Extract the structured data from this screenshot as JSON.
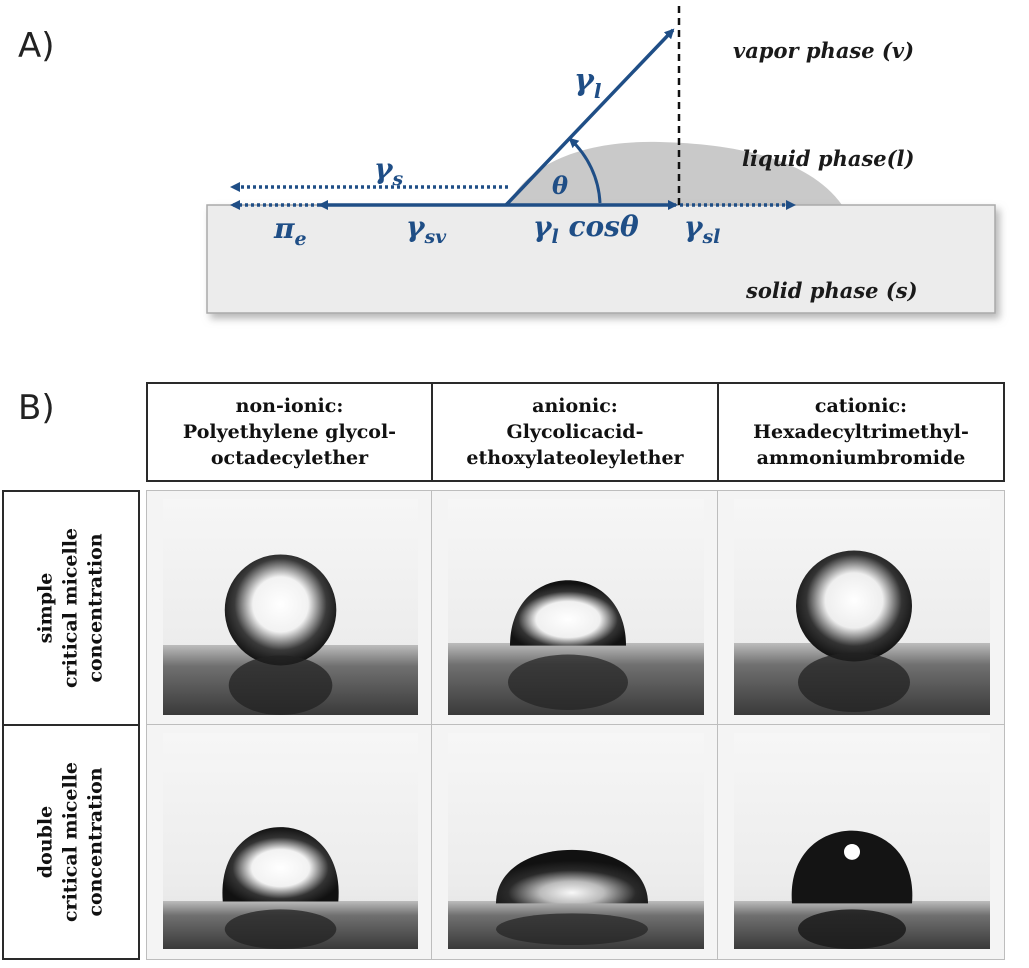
{
  "panel_a": {
    "label": "A)",
    "gamma_l": "γ",
    "gamma_l_sub": "l",
    "gamma_s": "γ",
    "gamma_s_sub": "s",
    "gamma_sv": "γ",
    "gamma_sv_sub": "sv",
    "gamma_sl": "γ",
    "gamma_sl_sub": "sl",
    "pi_e": "π",
    "pi_e_sub": "e",
    "theta": "θ",
    "young_term": "γ",
    "young_term_sub": "l",
    "young_term_rest": " cosθ",
    "vapor_phase": "vapor phase (v)",
    "liquid_phase": "liquid phase(l)",
    "solid_phase": "solid phase (s)",
    "colors": {
      "arrow": "#1f4e86",
      "droplet": "#c9c9c9",
      "substrate": "#ececec"
    }
  },
  "panel_b": {
    "label": "B)",
    "columns": [
      {
        "line1": "non-ionic:",
        "line2": "Polyethylene glycol-",
        "line3": "octadecylether"
      },
      {
        "line1": "anionic:",
        "line2": "Glycolicacid-",
        "line3": "ethoxylateoleylether"
      },
      {
        "line1": "cationic:",
        "line2": "Hexadecyltrimethyl-",
        "line3": "ammoniumbromide"
      }
    ],
    "rows": [
      {
        "line1": "simple",
        "line2": "critical micelle",
        "line3": "concentration"
      },
      {
        "line1": "double",
        "line2": "critical micelle",
        "line3": "concentration"
      }
    ]
  }
}
